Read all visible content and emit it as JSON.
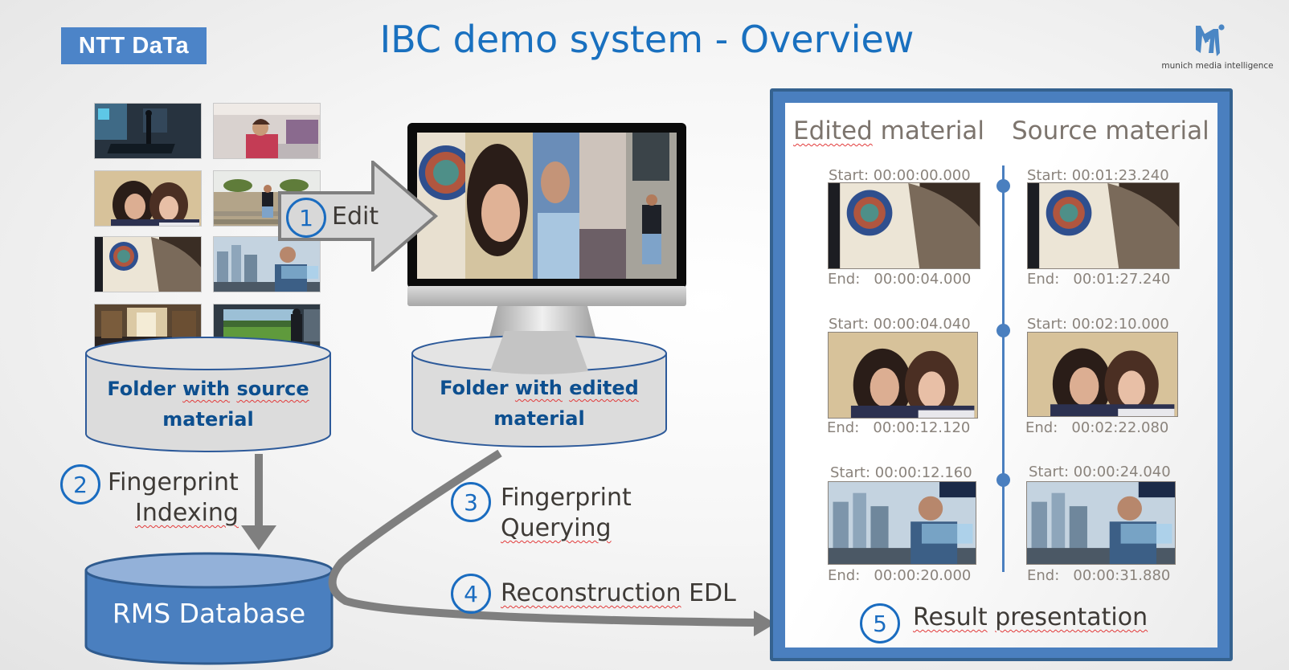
{
  "header": {
    "ntt_logo": "NTT DaTa",
    "title": "IBC demo system - Overview",
    "mmi_logo_text": "munich media intelligence"
  },
  "colors": {
    "title_blue": "#1970bf",
    "accent_blue": "#4a7fbf",
    "ntt_blue": "#4c84c8",
    "arrow_gray": "#7f7f7f",
    "cylinder_fill": "#dcdcdc",
    "label_blue": "#0d4f8f",
    "spellcheck_red": "#e23a3a"
  },
  "source_thumbnails": [
    {
      "name": "treadmill-hologram"
    },
    {
      "name": "flight-attendant"
    },
    {
      "name": "two-women-laptop"
    },
    {
      "name": "man-tablet-stairs"
    },
    {
      "name": "illuminated-manuscript"
    },
    {
      "name": "man-city-hologram"
    },
    {
      "name": "library-hall"
    },
    {
      "name": "golf-simulator"
    }
  ],
  "source_folder": {
    "line1a": "Folder ",
    "line1b": "with",
    "line1c": " ",
    "line1d": "source",
    "line2": "material"
  },
  "edited_folder": {
    "line1a": "Folder ",
    "line1b": "with",
    "line1c": " ",
    "line1d": "edited",
    "line2": "material"
  },
  "database": {
    "label": "RMS Database"
  },
  "steps": [
    {
      "number": "1",
      "label": "Edit"
    },
    {
      "number": "2",
      "line1": "Fingerprint",
      "line2": "Indexing"
    },
    {
      "number": "3",
      "line1": "Fingerprint",
      "line2": "Querying"
    },
    {
      "number": "4",
      "word1": "Reconstruction",
      "word2": " EDL"
    },
    {
      "number": "5",
      "word1": "Result",
      "word2": "presentation"
    }
  ],
  "results": {
    "edited_header_a": "Edited",
    "edited_header_b": " material",
    "source_header": "Source material",
    "rows": [
      {
        "edited": {
          "start": "Start: 00:00:00.000",
          "end": "End:   00:00:04.000",
          "thumb": "illuminated-manuscript"
        },
        "source": {
          "start": "Start: 00:01:23.240",
          "end": "End:   00:01:27.240",
          "thumb": "illuminated-manuscript"
        }
      },
      {
        "edited": {
          "start": "Start: 00:00:04.040",
          "end": "End:   00:00:12.120",
          "thumb": "two-women-laptop"
        },
        "source": {
          "start": "Start: 00:02:10.000",
          "end": "End:   00:02:22.080",
          "thumb": "two-women-laptop"
        }
      },
      {
        "edited": {
          "start": "Start: 00:00:12.160",
          "end": "End:   00:00:20.000",
          "thumb": "man-city-hologram"
        },
        "source": {
          "start": "Start: 00:00:24.040",
          "end": "End:   00:00:31.880",
          "thumb": "man-city-hologram"
        }
      }
    ]
  }
}
